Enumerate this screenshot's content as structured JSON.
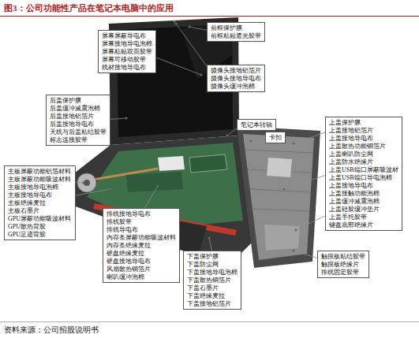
{
  "diagram": {
    "title": "图3：公司功能性产品在笔记本电脑中的应用",
    "caption": "资料来源：公司招股说明书",
    "nodes": [
      {
        "text": [
          "屏幕屏蔽导电布",
          "屏幕接地导电泡棉",
          "屏幕粘贴双面胶带",
          "屏幕可移动胶带",
          "线材接地导电布"
        ]
      },
      {
        "text": [
          "前框保护膜",
          "前框粘贴遮光胶带"
        ]
      },
      {
        "text": [
          "摄像头接地铝箔片",
          "摄像头接地导电布",
          "摄像头缓冲泡棉"
        ]
      },
      {
        "text": [
          "后盖保护膜",
          "后盖缓冲减震泡棉",
          "后盖接地铝箔片",
          "后盖接地导电布",
          "天线与后盖粘结胶带",
          "标志连接胶带"
        ]
      },
      {
        "text": [
          "笔记本转轴"
        ]
      },
      {
        "text": [
          "卡扣"
        ]
      },
      {
        "text": [
          "上盖保护膜",
          "上盖接地铝箔片",
          "上盖接地导电布",
          "上盖散热功能铜箔片",
          "上盖喇叭防尘网",
          "上盖防水绝缘片",
          "上盖USB端口屏蔽吸波材",
          "上盖USB端口导电泡棉",
          "上盖接地导电布",
          "上盖接触功能泡棉",
          "上盖缓冲减震泡棉",
          "上盖硅胶缓冲垫片",
          "上盖手托胶带",
          "键盘底部绝缘片"
        ]
      },
      {
        "text": [
          "主板屏蔽功能铝箔材料",
          "主板屏蔽功能吸波材料",
          "主板接地导电泡棉",
          "主板接地导电布",
          "主板绝缘麦拉",
          "主板石墨片",
          "GPU屏蔽功能吸波材料",
          "GPU散热背胶",
          "GPU足迹背胶"
        ]
      },
      {
        "text": [
          "排线接地导电布",
          "排线胶带",
          "排线导电布",
          "内存条屏蔽功能吸波材料",
          "内存条绝缘麦拉",
          "硬盘绝缘麦拉",
          "硬盘接地导电布",
          "风扇散热铜箔片",
          "喇叭缓冲泡棉"
        ]
      },
      {
        "text": [
          "下盖保护膜",
          "下盖防尘网",
          "下盖接地导电泡棉",
          "下盖散热铜箔片",
          "下盖石墨片",
          "下盖绝缘麦拉",
          "下盖接地铝箔片"
        ]
      },
      {
        "text": [
          "触摸板粘结胶带",
          "触摸板绝缘片",
          "排线固定胶带"
        ]
      }
    ]
  }
}
